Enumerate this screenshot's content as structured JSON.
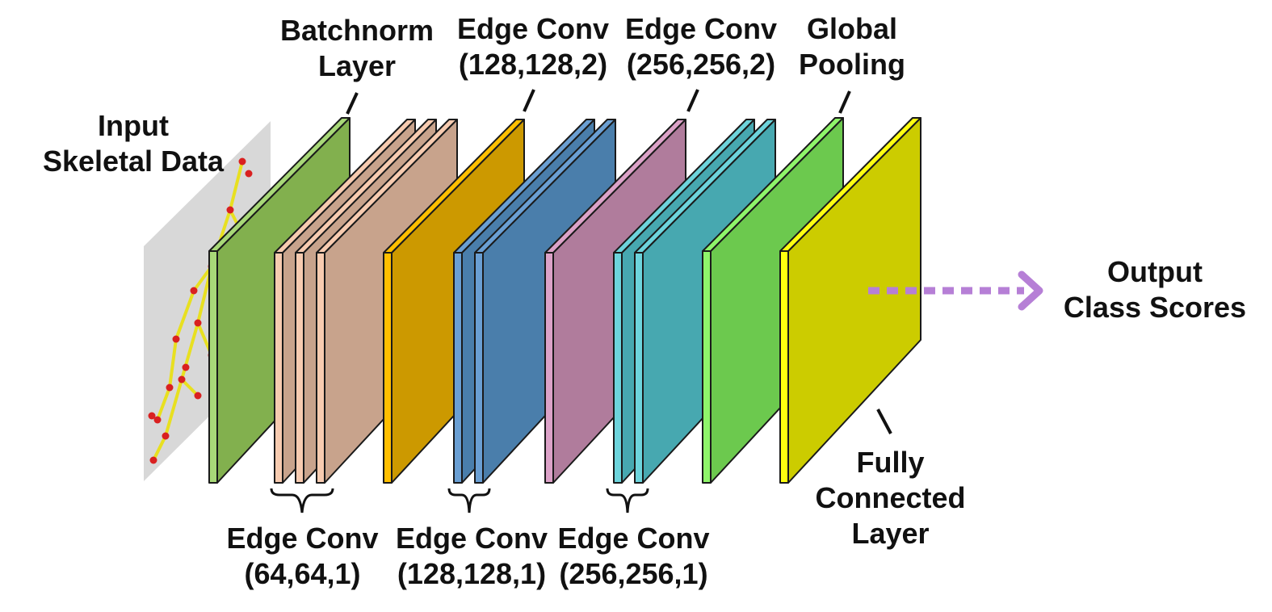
{
  "labels": {
    "input": [
      "Input",
      "Skeletal Data"
    ],
    "batchnorm": [
      "Batchnorm",
      "Layer"
    ],
    "edge_conv_128_2": [
      "Edge Conv",
      "(128,128,2)"
    ],
    "edge_conv_256_2": [
      "Edge Conv",
      "(256,256,2)"
    ],
    "global_pooling": [
      "Global",
      "Pooling"
    ],
    "output": [
      "Output",
      "Class Scores"
    ],
    "edge_conv_64_1": [
      "Edge Conv",
      "(64,64,1)"
    ],
    "edge_conv_128_1": [
      "Edge Conv",
      "(128,128,1)"
    ],
    "edge_conv_256_1": [
      "Edge Conv",
      "(256,256,1)"
    ],
    "fully_connected": [
      "Fully",
      "Connected",
      "Layer"
    ]
  },
  "layers": [
    {
      "name": "batchnorm-layer",
      "count": 1,
      "color": "#82b04e",
      "side": "#a8d878"
    },
    {
      "name": "edge-conv-64-1",
      "count": 3,
      "color": "#c8a38c",
      "side": "#f7cbb0"
    },
    {
      "name": "edge-conv-128-2",
      "count": 1,
      "color": "#cc9900",
      "side": "#ffbf00"
    },
    {
      "name": "edge-conv-128-1",
      "count": 2,
      "color": "#4a7eab",
      "side": "#6a9fd3"
    },
    {
      "name": "edge-conv-256-2",
      "count": 1,
      "color": "#b07c9c",
      "side": "#dca2c8"
    },
    {
      "name": "edge-conv-256-1",
      "count": 2,
      "color": "#47a8b0",
      "side": "#6dd4dc"
    },
    {
      "name": "global-pooling-layer",
      "count": 1,
      "color": "#6cc94e",
      "side": "#8ff56a"
    },
    {
      "name": "fully-connected-layer",
      "count": 1,
      "color": "#cccc00",
      "side": "#ffff10"
    }
  ],
  "colors": {
    "arrow": "#b67fd6",
    "skeleton_joint": "#d92020",
    "skeleton_bone": "#e8e020",
    "input_plane": "#d6d6d6"
  }
}
